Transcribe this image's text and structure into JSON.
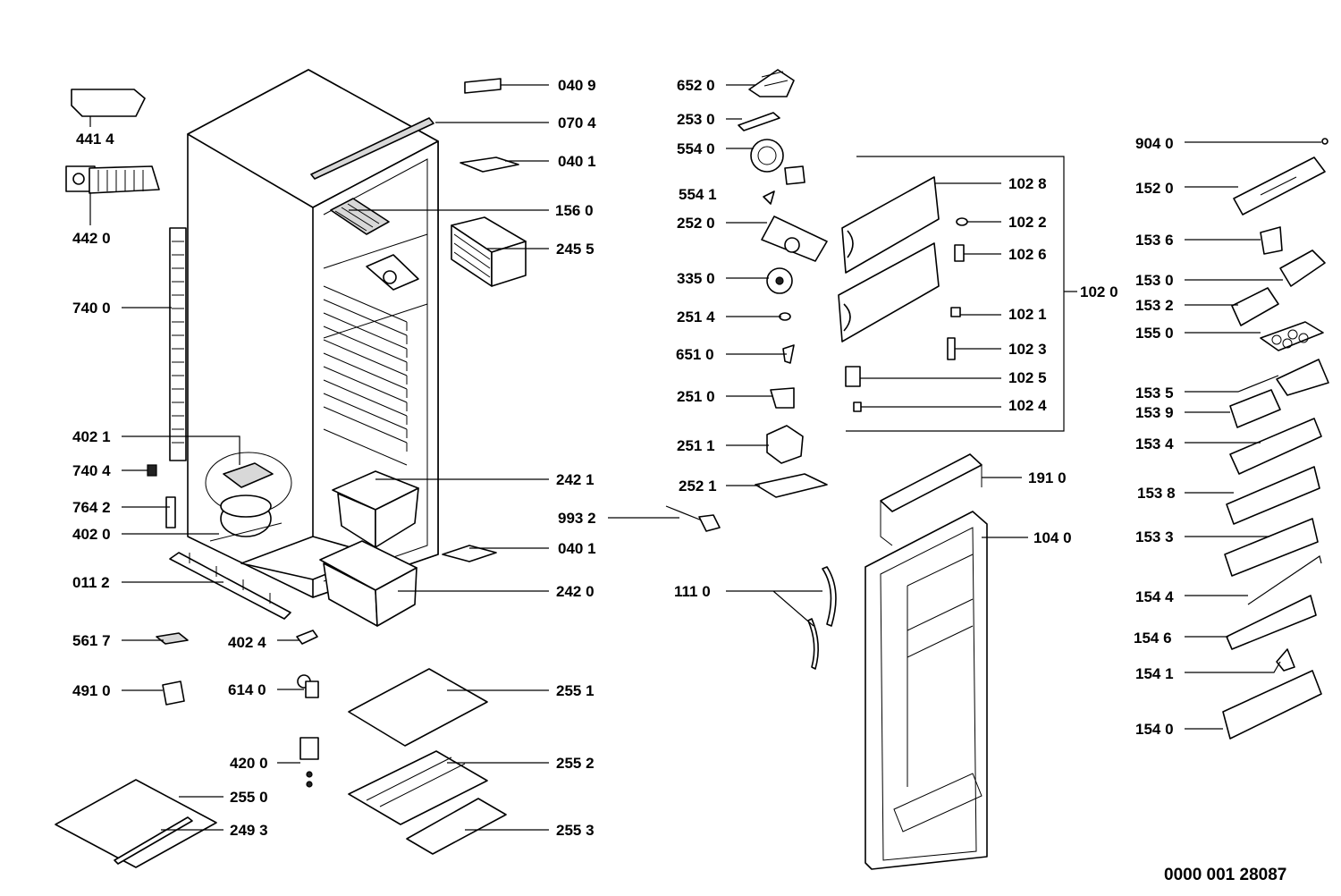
{
  "document_number": "0000 001 28087",
  "callouts": [
    {
      "id": "c-0409",
      "label": "040 9"
    },
    {
      "id": "c-0704",
      "label": "070 4"
    },
    {
      "id": "c-0401a",
      "label": "040 1"
    },
    {
      "id": "c-1560",
      "label": "156 0"
    },
    {
      "id": "c-2455",
      "label": "245 5"
    },
    {
      "id": "c-4414",
      "label": "441 4"
    },
    {
      "id": "c-4420",
      "label": "442 0"
    },
    {
      "id": "c-7400",
      "label": "740 0"
    },
    {
      "id": "c-4021",
      "label": "402 1"
    },
    {
      "id": "c-7404",
      "label": "740 4"
    },
    {
      "id": "c-7642",
      "label": "764 2"
    },
    {
      "id": "c-4020",
      "label": "402 0"
    },
    {
      "id": "c-0112",
      "label": "011 2"
    },
    {
      "id": "c-5617",
      "label": "561 7"
    },
    {
      "id": "c-4024",
      "label": "402 4"
    },
    {
      "id": "c-4910",
      "label": "491 0"
    },
    {
      "id": "c-6140",
      "label": "614 0"
    },
    {
      "id": "c-4200",
      "label": "420 0"
    },
    {
      "id": "c-2550",
      "label": "255 0"
    },
    {
      "id": "c-2493",
      "label": "249 3"
    },
    {
      "id": "c-2421",
      "label": "242 1"
    },
    {
      "id": "c-9932",
      "label": "993 2"
    },
    {
      "id": "c-0401b",
      "label": "040 1"
    },
    {
      "id": "c-2420",
      "label": "242 0"
    },
    {
      "id": "c-2551",
      "label": "255 1"
    },
    {
      "id": "c-2552",
      "label": "255 2"
    },
    {
      "id": "c-2553",
      "label": "255 3"
    },
    {
      "id": "c-6520",
      "label": "652 0"
    },
    {
      "id": "c-2530",
      "label": "253 0"
    },
    {
      "id": "c-5540",
      "label": "554 0"
    },
    {
      "id": "c-5541",
      "label": "554 1"
    },
    {
      "id": "c-2520",
      "label": "252 0"
    },
    {
      "id": "c-3350",
      "label": "335 0"
    },
    {
      "id": "c-2514",
      "label": "251 4"
    },
    {
      "id": "c-6510",
      "label": "651 0"
    },
    {
      "id": "c-2510",
      "label": "251 0"
    },
    {
      "id": "c-2511",
      "label": "251 1"
    },
    {
      "id": "c-2521",
      "label": "252 1"
    },
    {
      "id": "c-1110",
      "label": "111 0"
    },
    {
      "id": "c-1028",
      "label": "102 8"
    },
    {
      "id": "c-1022",
      "label": "102 2"
    },
    {
      "id": "c-1026",
      "label": "102 6"
    },
    {
      "id": "c-1020",
      "label": "102 0"
    },
    {
      "id": "c-1021",
      "label": "102 1"
    },
    {
      "id": "c-1023",
      "label": "102 3"
    },
    {
      "id": "c-1025",
      "label": "102 5"
    },
    {
      "id": "c-1024",
      "label": "102 4"
    },
    {
      "id": "c-1910",
      "label": "191 0"
    },
    {
      "id": "c-1040",
      "label": "104 0"
    },
    {
      "id": "c-9040",
      "label": "904 0"
    },
    {
      "id": "c-1520",
      "label": "152 0"
    },
    {
      "id": "c-1536",
      "label": "153 6"
    },
    {
      "id": "c-1530",
      "label": "153 0"
    },
    {
      "id": "c-1532",
      "label": "153 2"
    },
    {
      "id": "c-1550",
      "label": "155 0"
    },
    {
      "id": "c-1535",
      "label": "153 5"
    },
    {
      "id": "c-1539",
      "label": "153 9"
    },
    {
      "id": "c-1534",
      "label": "153 4"
    },
    {
      "id": "c-1538",
      "label": "153 8"
    },
    {
      "id": "c-1533",
      "label": "153 3"
    },
    {
      "id": "c-1544",
      "label": "154 4"
    },
    {
      "id": "c-1546",
      "label": "154 6"
    },
    {
      "id": "c-1541",
      "label": "154 1"
    },
    {
      "id": "c-1540",
      "label": "154 0"
    }
  ]
}
